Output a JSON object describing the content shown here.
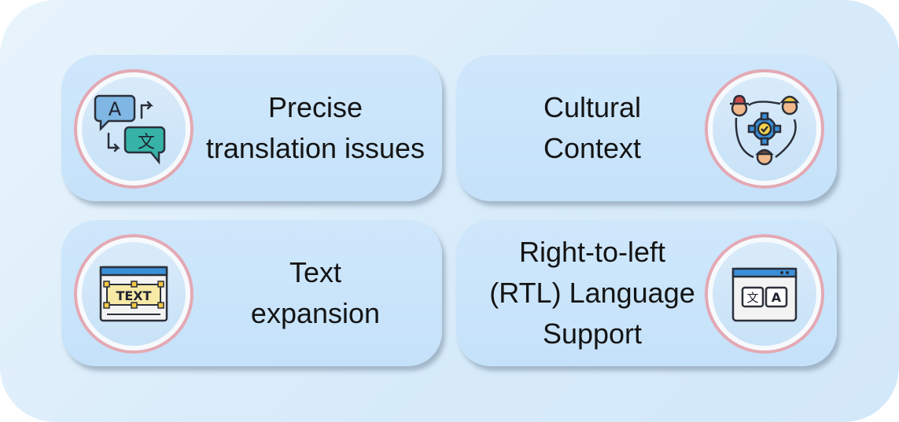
{
  "cards": [
    {
      "lines": [
        "Precise",
        "translation issues"
      ],
      "icon": "translate-chat-icon"
    },
    {
      "lines": [
        "Cultural",
        "Context"
      ],
      "icon": "cultural-people-gear-icon"
    },
    {
      "lines": [
        "Text",
        "expansion"
      ],
      "icon": "text-expansion-window-icon"
    },
    {
      "lines": [
        "Right-to-left",
        "(RTL) Language",
        "Support"
      ],
      "icon": "rtl-language-window-icon"
    }
  ],
  "icon_text": {
    "a_glyph": "A",
    "zh_glyph": "文",
    "text_box": "TEXT"
  },
  "colors": {
    "ring": "#e3a9b4",
    "bubble_blue": "#7fb6e3",
    "bubble_teal": "#36b3a6",
    "dark": "#2b2f3a"
  }
}
